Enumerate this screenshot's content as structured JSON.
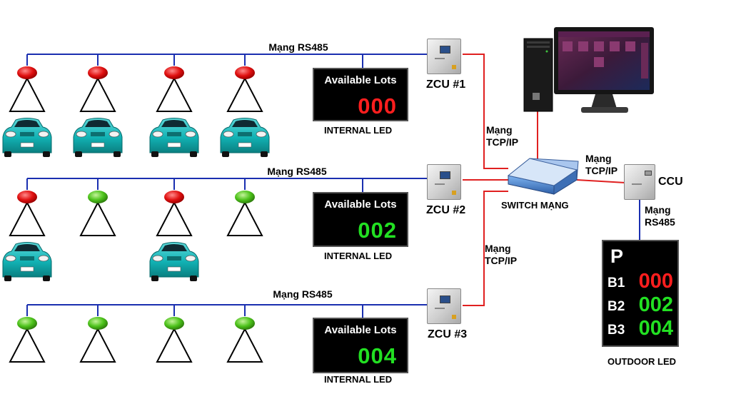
{
  "network_labels": {
    "rs485_row1": "Mạng RS485",
    "rs485_row2": "Mạng RS485",
    "rs485_row3": "Mạng RS485",
    "tcpip_upper": "Mạng\nTCP/IP",
    "tcpip_lower": "Mạng\nTCP/IP",
    "tcpip_ccu": "Mạng\nTCP/IP",
    "rs485_ccu": "Mạng\nRS485"
  },
  "rows": [
    {
      "zone_controller": "ZCU #1",
      "sensors": [
        "red",
        "red",
        "red",
        "red"
      ],
      "cars": [
        true,
        true,
        true,
        true
      ],
      "panel": {
        "title": "Available Lots",
        "count": "000",
        "arrow_color": "#ff0000",
        "count_color": "#ff1e1e",
        "caption": "INTERNAL LED"
      }
    },
    {
      "zone_controller": "ZCU #2",
      "sensors": [
        "red",
        "green",
        "red",
        "green"
      ],
      "cars": [
        true,
        false,
        true,
        false
      ],
      "panel": {
        "title": "Available Lots",
        "count": "002",
        "arrow_color": "#ffff00",
        "count_color": "#22e022",
        "caption": "INTERNAL LED"
      }
    },
    {
      "zone_controller": "ZCU #3",
      "sensors": [
        "green",
        "green",
        "green",
        "green"
      ],
      "cars": [
        false,
        false,
        false,
        false
      ],
      "panel": {
        "title": "Available Lots",
        "count": "004",
        "arrow_color": "#ffff00",
        "count_color": "#22e022",
        "caption": "INTERNAL LED"
      }
    }
  ],
  "switch": {
    "label": "SWITCH MẠNG"
  },
  "ccu": {
    "label": "CCU"
  },
  "outdoor_led": {
    "symbol": "P",
    "caption": "OUTDOOR LED",
    "rows": [
      {
        "label": "B1",
        "value": "000",
        "color": "#ff1e1e"
      },
      {
        "label": "B2",
        "value": "002",
        "color": "#22e022"
      },
      {
        "label": "B3",
        "value": "004",
        "color": "#22e022"
      }
    ]
  },
  "colors": {
    "rs485_line": "#1a2fb0",
    "tcpip_line": "#e02020",
    "sensor_red": "#e01010",
    "sensor_green": "#4cc21a",
    "car_body": "#12b3b5"
  },
  "icons": {
    "sensor": "ultrasonic-sensor-icon",
    "car": "car-icon",
    "controller": "zone-controller-icon",
    "switch": "network-switch-icon",
    "computer": "desktop-computer-icon",
    "arrow": "direction-arrow-icon"
  }
}
